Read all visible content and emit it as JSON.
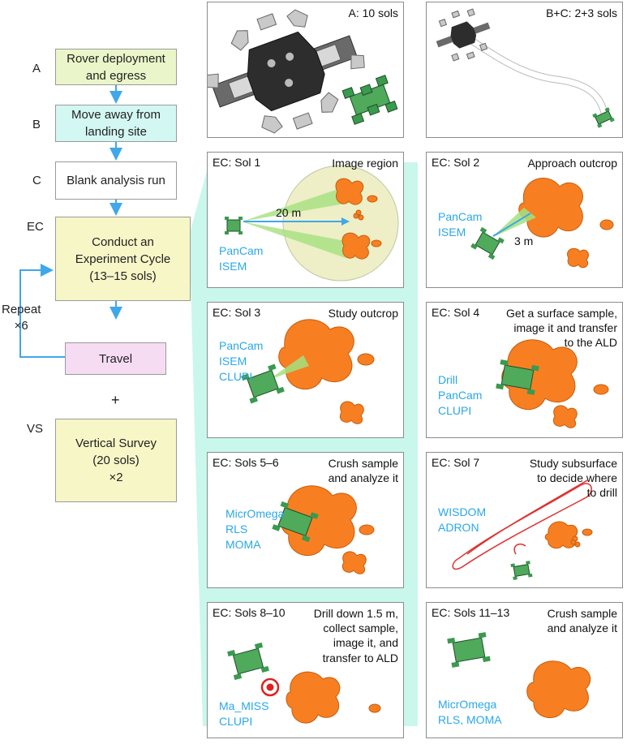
{
  "colors": {
    "green_box": "#eaf6c9",
    "cyan_box": "#d3f7f2",
    "yellow_box": "#f7f6c7",
    "pink_box": "#f5dcf3",
    "arrow_blue": "#3fa7ea",
    "teal_bg": "#c9f7ec",
    "outcrop_orange": "#f77f22",
    "rover_green": "#3a9a4e",
    "instrument_text": "#2aa8e8"
  },
  "flow": {
    "letters": {
      "a": "A",
      "b": "B",
      "c": "C",
      "ec": "EC",
      "vs": "VS"
    },
    "steps": {
      "a": "Rover deployment\nand egress",
      "b": "Move away from\nlanding site",
      "c": "Blank analysis run",
      "ec": "Conduct an\nExperiment Cycle\n(13–15 sols)",
      "travel": "Travel",
      "vs": "Vertical Survey\n(20 sols)\n×2"
    },
    "repeat": "Repeat\n×6",
    "plus": "+"
  },
  "panels": {
    "a": {
      "title": "A: 10 sols"
    },
    "bc": {
      "title": "B+C: 2+3 sols"
    },
    "sol1": {
      "title": "EC: Sol 1",
      "desc": "Image region",
      "instruments": "PanCam\nISEM",
      "distance": "20 m"
    },
    "sol2": {
      "title": "EC: Sol 2",
      "desc": "Approach outcrop",
      "instruments": "PanCam\nISEM",
      "distance": "3 m"
    },
    "sol3": {
      "title": "EC: Sol 3",
      "desc": "Study outcrop",
      "instruments": "PanCam\nISEM\nCLUPI"
    },
    "sol4": {
      "title": "EC: Sol 4",
      "desc": "Get a surface sample,\nimage it and transfer\nto the ALD",
      "instruments": "Drill\nPanCam\nCLUPI"
    },
    "sol56": {
      "title": "EC: Sols 5–6",
      "desc": "Crush sample\nand analyze it",
      "instruments": "MicrOmega\nRLS\nMOMA"
    },
    "sol7": {
      "title": "EC: Sol 7",
      "desc": "Study subsurface\nto decide where\nto drill",
      "instruments": "WISDOM\nADRON"
    },
    "sol810": {
      "title": "EC: Sols 8–10",
      "desc": "Drill down 1.5 m,\ncollect sample,\nimage it, and\ntransfer to ALD",
      "instruments": "Ma_MISS\nCLUPI"
    },
    "sol1113": {
      "title": "EC: Sols 11–13",
      "desc": "Crush sample\nand analyze it",
      "instruments": "MicrOmega\nRLS, MOMA"
    }
  }
}
